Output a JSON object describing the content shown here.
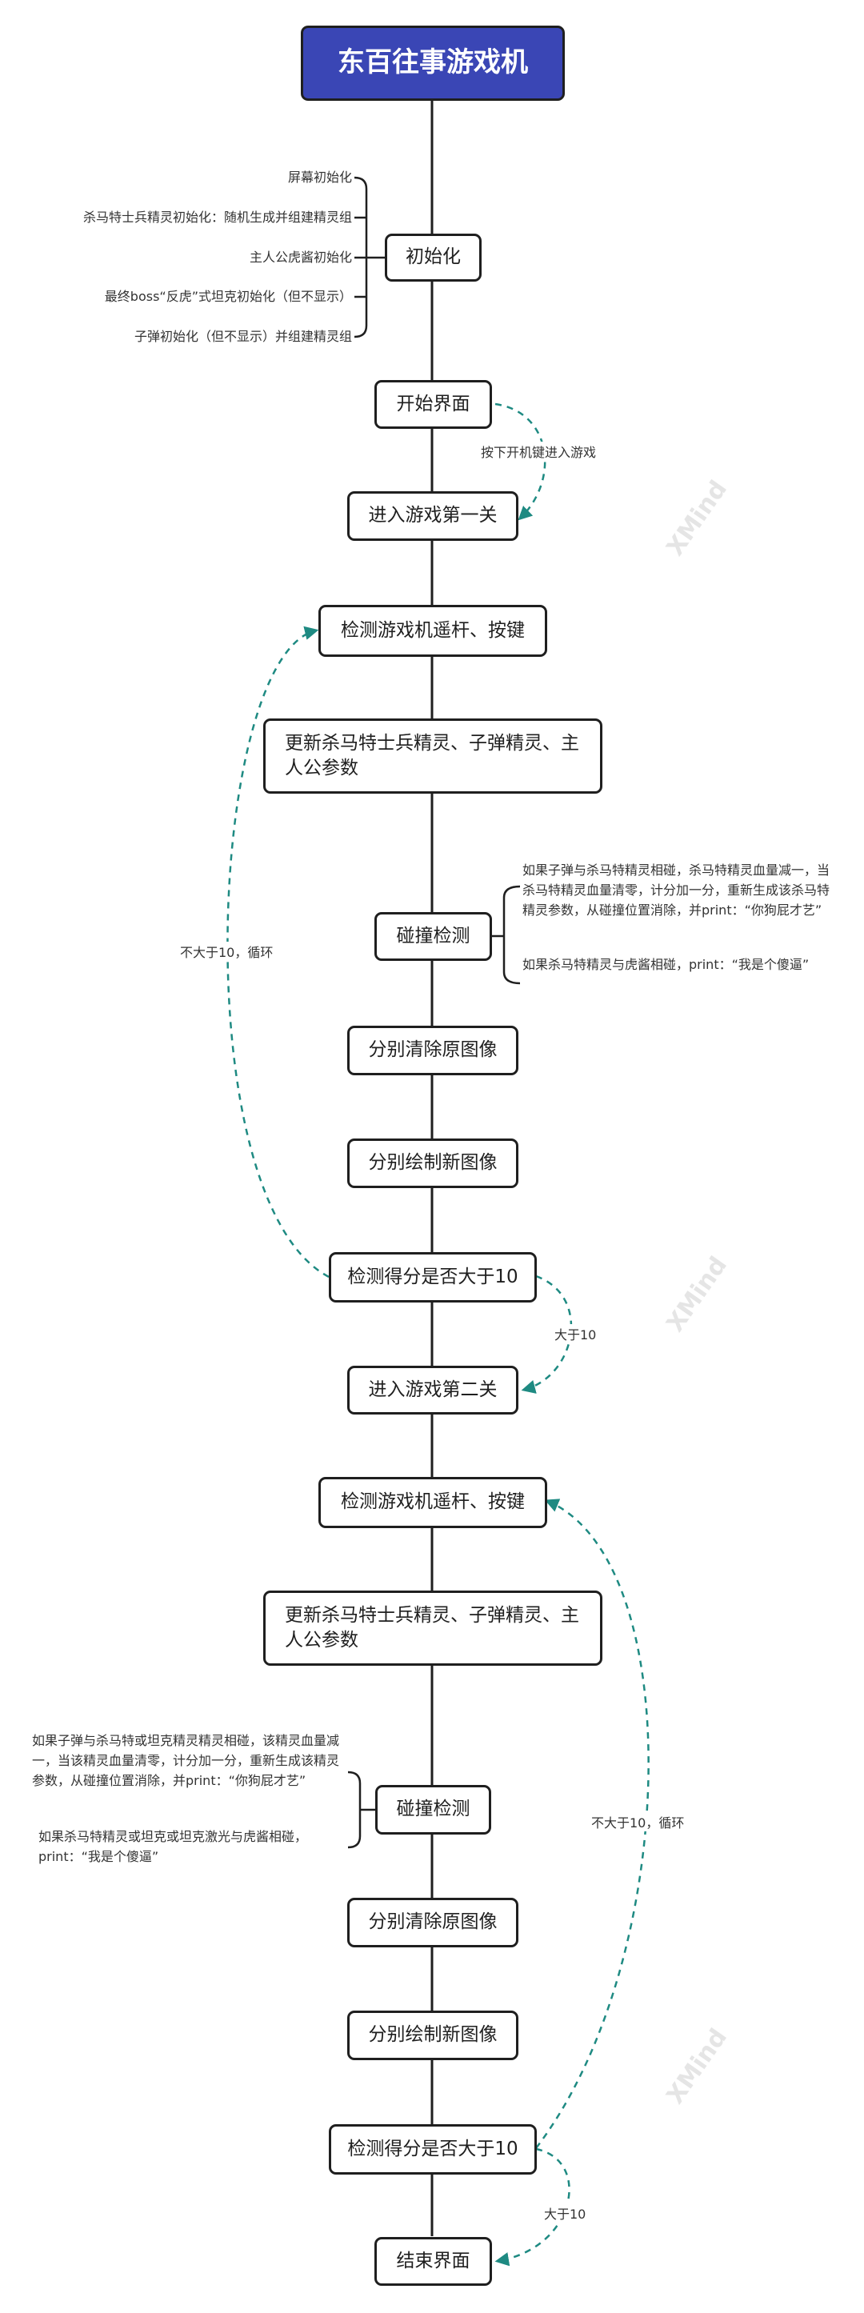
{
  "title": "东百往事游戏机",
  "nodes": {
    "init": "初始化",
    "start_screen": "开始界面",
    "level1": "进入游戏第一关",
    "detect1": "检测游戏机遥杆、按键",
    "update1": "更新杀马特士兵精灵、子弹精灵、主人公参数",
    "collide1": "碰撞检测",
    "clear1": "分别清除原图像",
    "draw1": "分别绘制新图像",
    "score1": "检测得分是否大于10",
    "level2": "进入游戏第二关",
    "detect2": "检测游戏机遥杆、按键",
    "update2": "更新杀马特士兵精灵、子弹精灵、主人公参数",
    "collide2": "碰撞检测",
    "clear2": "分别清除原图像",
    "draw2": "分别绘制新图像",
    "score2": "检测得分是否大于10",
    "end": "结束界面"
  },
  "init_items": [
    "屏幕初始化",
    "杀马特士兵精灵初始化：随机生成并组建精灵组",
    "主人公虎酱初始化",
    "最终boss“反虎”式坦克初始化（但不显示）",
    "子弹初始化（但不显示）并组建精灵组"
  ],
  "collide1_notes": [
    "如果子弹与杀马特精灵相碰，杀马特精灵血量减一，当杀马特精灵血量清零，计分加一分，重新生成该杀马特精灵参数，从碰撞位置消除，并print：“你狗屁才艺”",
    "如果杀马特精灵与虎酱相碰，print：“我是个傻逼”"
  ],
  "collide2_notes": [
    "如果子弹与杀马特或坦克精灵精灵相碰，该精灵血量减一，当该精灵血量清零，计分加一分，重新生成该精灵参数，从碰撞位置消除，并print：“你狗屁才艺”",
    "如果杀马特精灵或坦克或坦克激光与虎酱相碰，print：“我是个傻逼”"
  ],
  "edge_labels": {
    "press_start": "按下开机键进入游戏",
    "loop1": "不大于10，循环",
    "gt1": "大于10",
    "loop2": "不大于10，循环",
    "gt2": "大于10"
  },
  "watermark": "XMind",
  "colors": {
    "title_fill": "#3a46b5",
    "line": "#1f1f1f",
    "dashed": "#1e8a82"
  }
}
